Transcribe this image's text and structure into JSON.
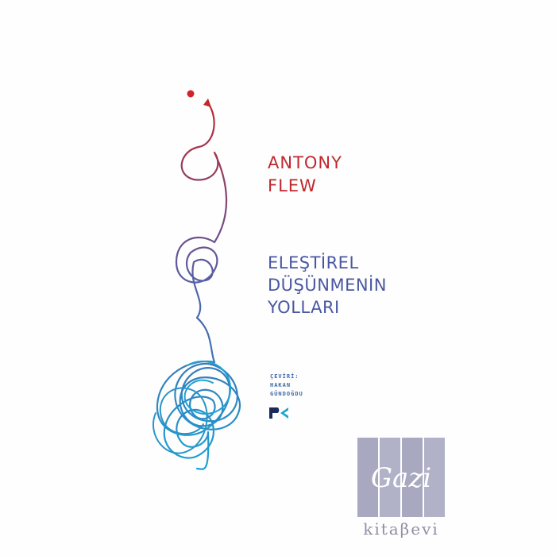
{
  "book": {
    "author_lines": [
      "ANTONY",
      "FLEW"
    ],
    "title_lines": [
      "ELEŞTİREL",
      "DÜŞÜNMENİN",
      "YOLLARI"
    ],
    "translator_lines": [
      "ÇEVİRİ:",
      "HAKAN",
      "GÜNDOĞDU"
    ],
    "publisher_mark": "PK"
  },
  "store": {
    "logo_script": "Gazi",
    "logo_name": "kitaβevi"
  },
  "colors": {
    "author": "#c0282e",
    "title": "#4a58a0",
    "translator": "#3c6aa8",
    "line_top": "#c0282e",
    "line_mid": "#5c5aa0",
    "line_bottom": "#1aa3d4",
    "store_bars": "#a8a9c0"
  }
}
